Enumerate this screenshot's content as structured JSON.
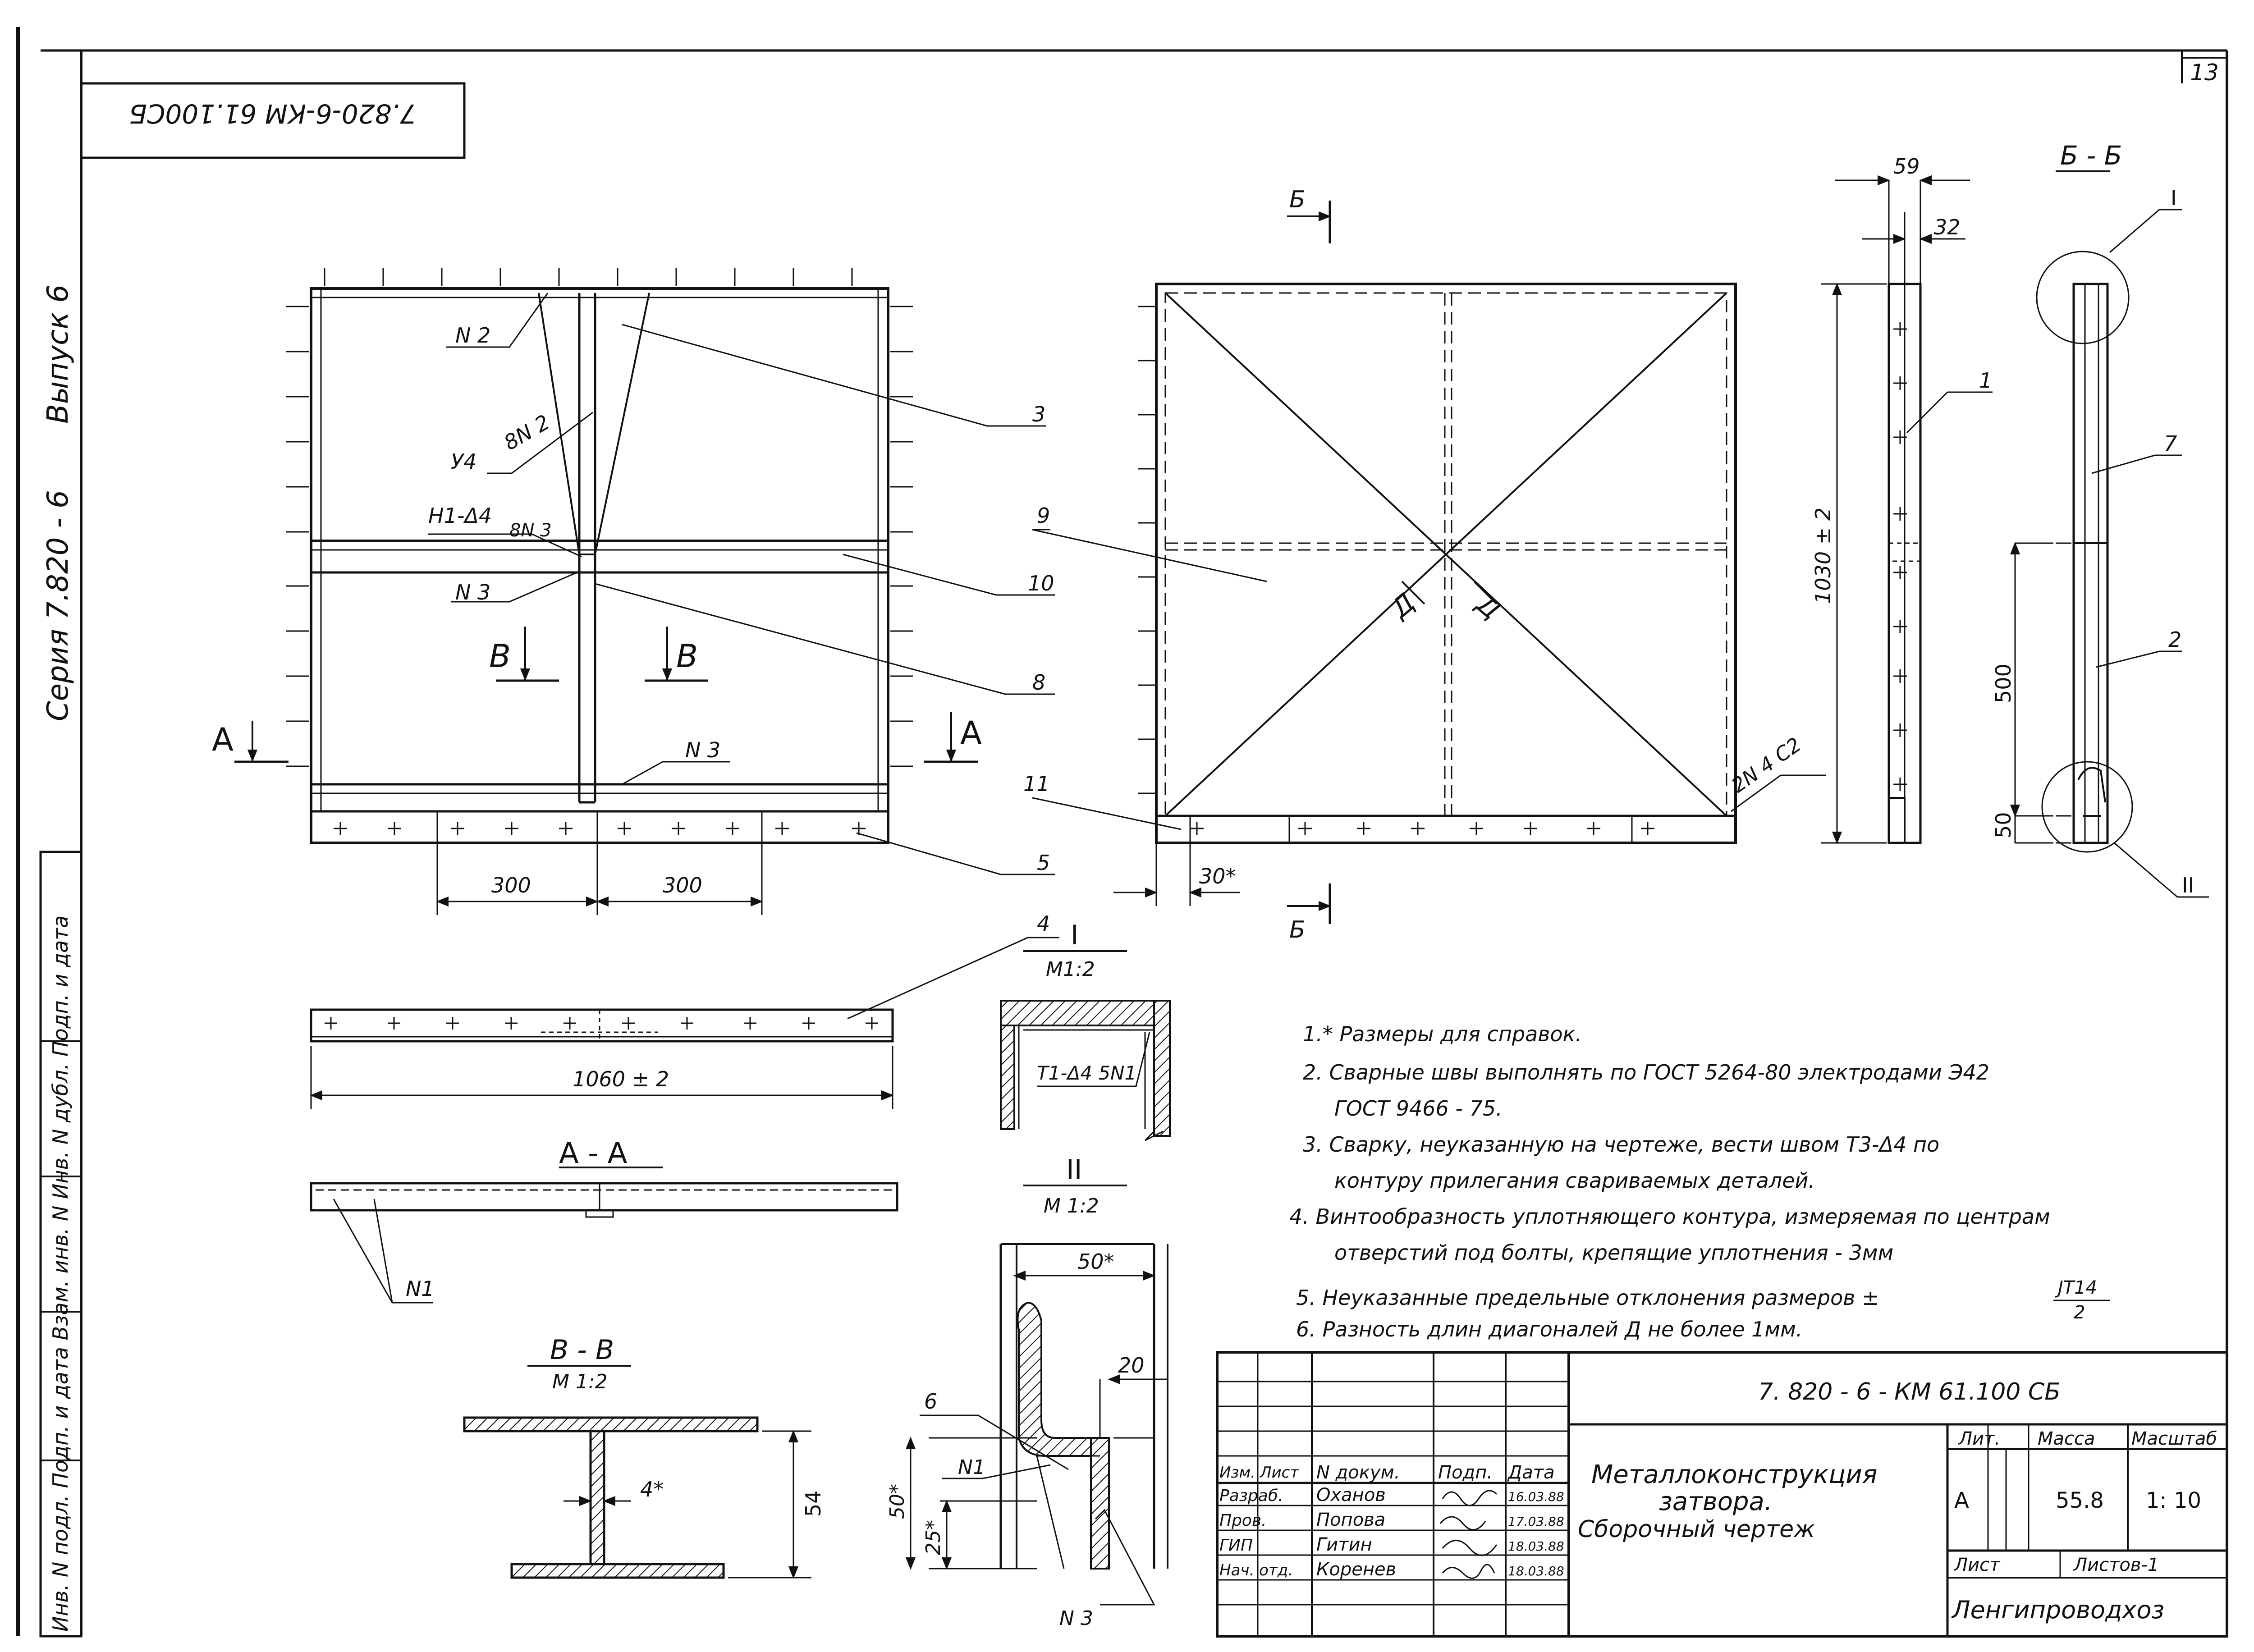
{
  "sheet": {
    "page_number": "13",
    "stamp_code": "7.820-6-КМ 61.100СБ",
    "series": "Серия  7.820 - 6",
    "issue": "Выпуск 6",
    "archive_strip": "Инв. N подл.   Подп. и дата   Взам. инв. N   Инв. N дубл.   Подп. и дата"
  },
  "front_view": {
    "weld_n2": "N 2",
    "weld_u4": "У4",
    "weld_8n2": "8N 2",
    "weld_h1": "Н1-Δ4",
    "weld_8n3": "8N 3",
    "weld_n3_top": "N 3",
    "weld_n3_bottom": "N 3",
    "section_a": "A",
    "section_v": "В",
    "callouts": [
      "3",
      "10",
      "8",
      "5"
    ],
    "dim_left": "300",
    "dim_right": "300"
  },
  "back_view": {
    "callouts": [
      "9",
      "11"
    ],
    "diag_mark": "Д",
    "weld_2n4": "2N 4 С2",
    "dim_30": "30*",
    "section_b": "Б"
  },
  "side_view": {
    "dim_59": "59",
    "dim_32": "32",
    "dim_1030": "1030 ± 2",
    "callout": "1"
  },
  "section_bb": {
    "title": "Б - Б",
    "callouts": [
      "7",
      "2"
    ],
    "detail_i": "I",
    "detail_ii": "II",
    "dim_500": "500",
    "dim_50": "50"
  },
  "strip_view": {
    "callout": "4",
    "dim": "1060 ± 2"
  },
  "section_aa": {
    "title": "А - А",
    "weld": "N1"
  },
  "section_vv": {
    "title": "В - В",
    "scale": "М 1:2",
    "dim_4": "4*",
    "dim_54": "54"
  },
  "detail_i": {
    "title": "I",
    "scale": "М1:2",
    "weld": "Т1-Δ4 5N1"
  },
  "detail_ii": {
    "title": "II",
    "scale": "М 1:2",
    "dim_50_top": "50*",
    "dim_20": "20",
    "callout_6": "6",
    "weld_n1": "N1",
    "weld_n3": "N 3",
    "dim_50_side": "50*",
    "dim_25": "25*"
  },
  "notes": [
    "1.* Размеры для справок.",
    "2. Сварные швы выполнять по ГОСТ 5264-80 электродами Э42",
    "ГОСТ 9466 - 75.",
    "3. Сварку, неуказанную на чертеже, вести швом Т3-Δ4 по",
    "контуру прилегания свариваемых деталей.",
    "4. Винтообразность уплотняющего контура, измеряемая по центрам",
    "отверстий под болты, крепящие уплотнения - 3мм",
    "5. Неуказанные предельные отклонения размеров ±",
    "6. Разность длин диагоналей  Д не более 1мм."
  ],
  "tolerance": {
    "num": "JT14",
    "den": "2"
  },
  "title_block": {
    "doc_code": "7. 820 - 6 - КМ 61.100 СБ",
    "headers": [
      "Изм.",
      "Лист",
      "N докум.",
      "Подп.",
      "Дата"
    ],
    "rows": [
      {
        "role": "Разраб.",
        "name": "Оханов",
        "date": "16.03.88"
      },
      {
        "role": "Пров.",
        "name": "Попова",
        "date": "17.03.88"
      },
      {
        "role": "ГИП",
        "name": "Гитин",
        "date": "18.03.88"
      },
      {
        "role": "Нач. отд.",
        "name": "Коренев",
        "date": "18.03.88"
      }
    ],
    "title_line1": "Металлоконструкция",
    "title_line2": "затвора.",
    "title_line3": "Сборочный   чертеж",
    "lit_label": "Лит.",
    "mass_label": "Масса",
    "scale_label": "Масштаб",
    "lit_value": "А",
    "mass_value": "55.8",
    "scale_value": "1: 10",
    "sheet_label": "Лист",
    "sheets_label": "Листов-1",
    "org": "Ленгипроводхоз"
  }
}
